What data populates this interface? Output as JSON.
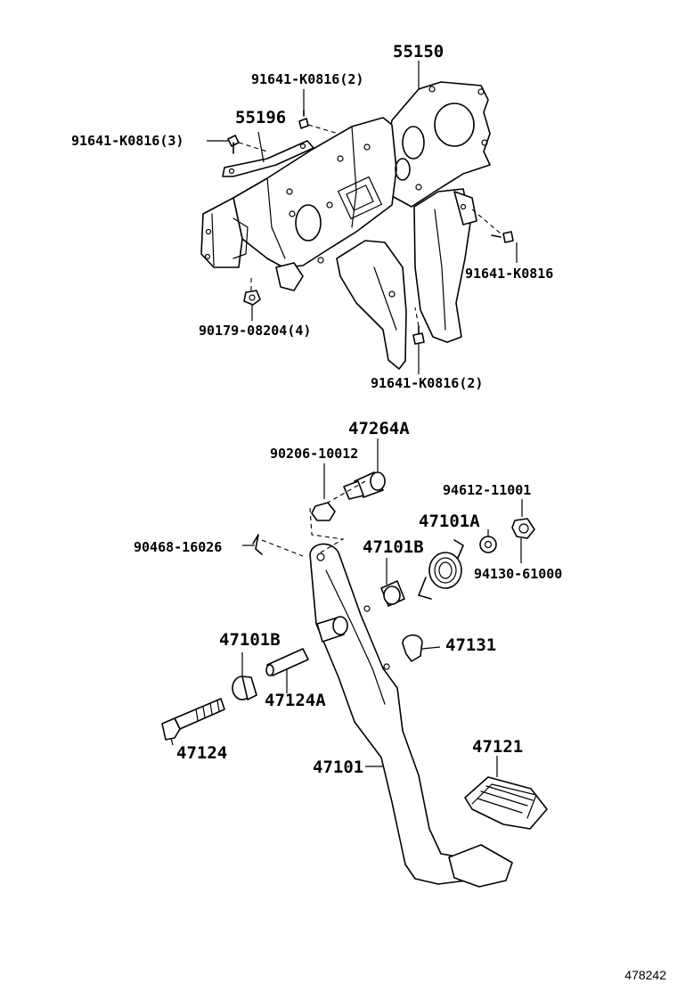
{
  "figure_id": "478242",
  "callouts": {
    "c55150": "55150",
    "c91641_top": "91641-K0816(2)",
    "c55196": "55196",
    "c91641_left": "91641-K0816(3)",
    "c91641_right": "91641-K0816",
    "c90179": "90179-08204(4)",
    "c91641_bottom": "91641-K0816(2)",
    "c47264A": "47264A",
    "c90206": "90206-10012",
    "c94612": "94612-11001",
    "c47101A": "47101A",
    "c47101B_top": "47101B",
    "c90468": "90468-16026",
    "c94130": "94130-61000",
    "c47101B_left": "47101B",
    "c47131": "47131",
    "c47124A": "47124A",
    "c47124": "47124",
    "c47121": "47121",
    "c47101": "47101"
  }
}
